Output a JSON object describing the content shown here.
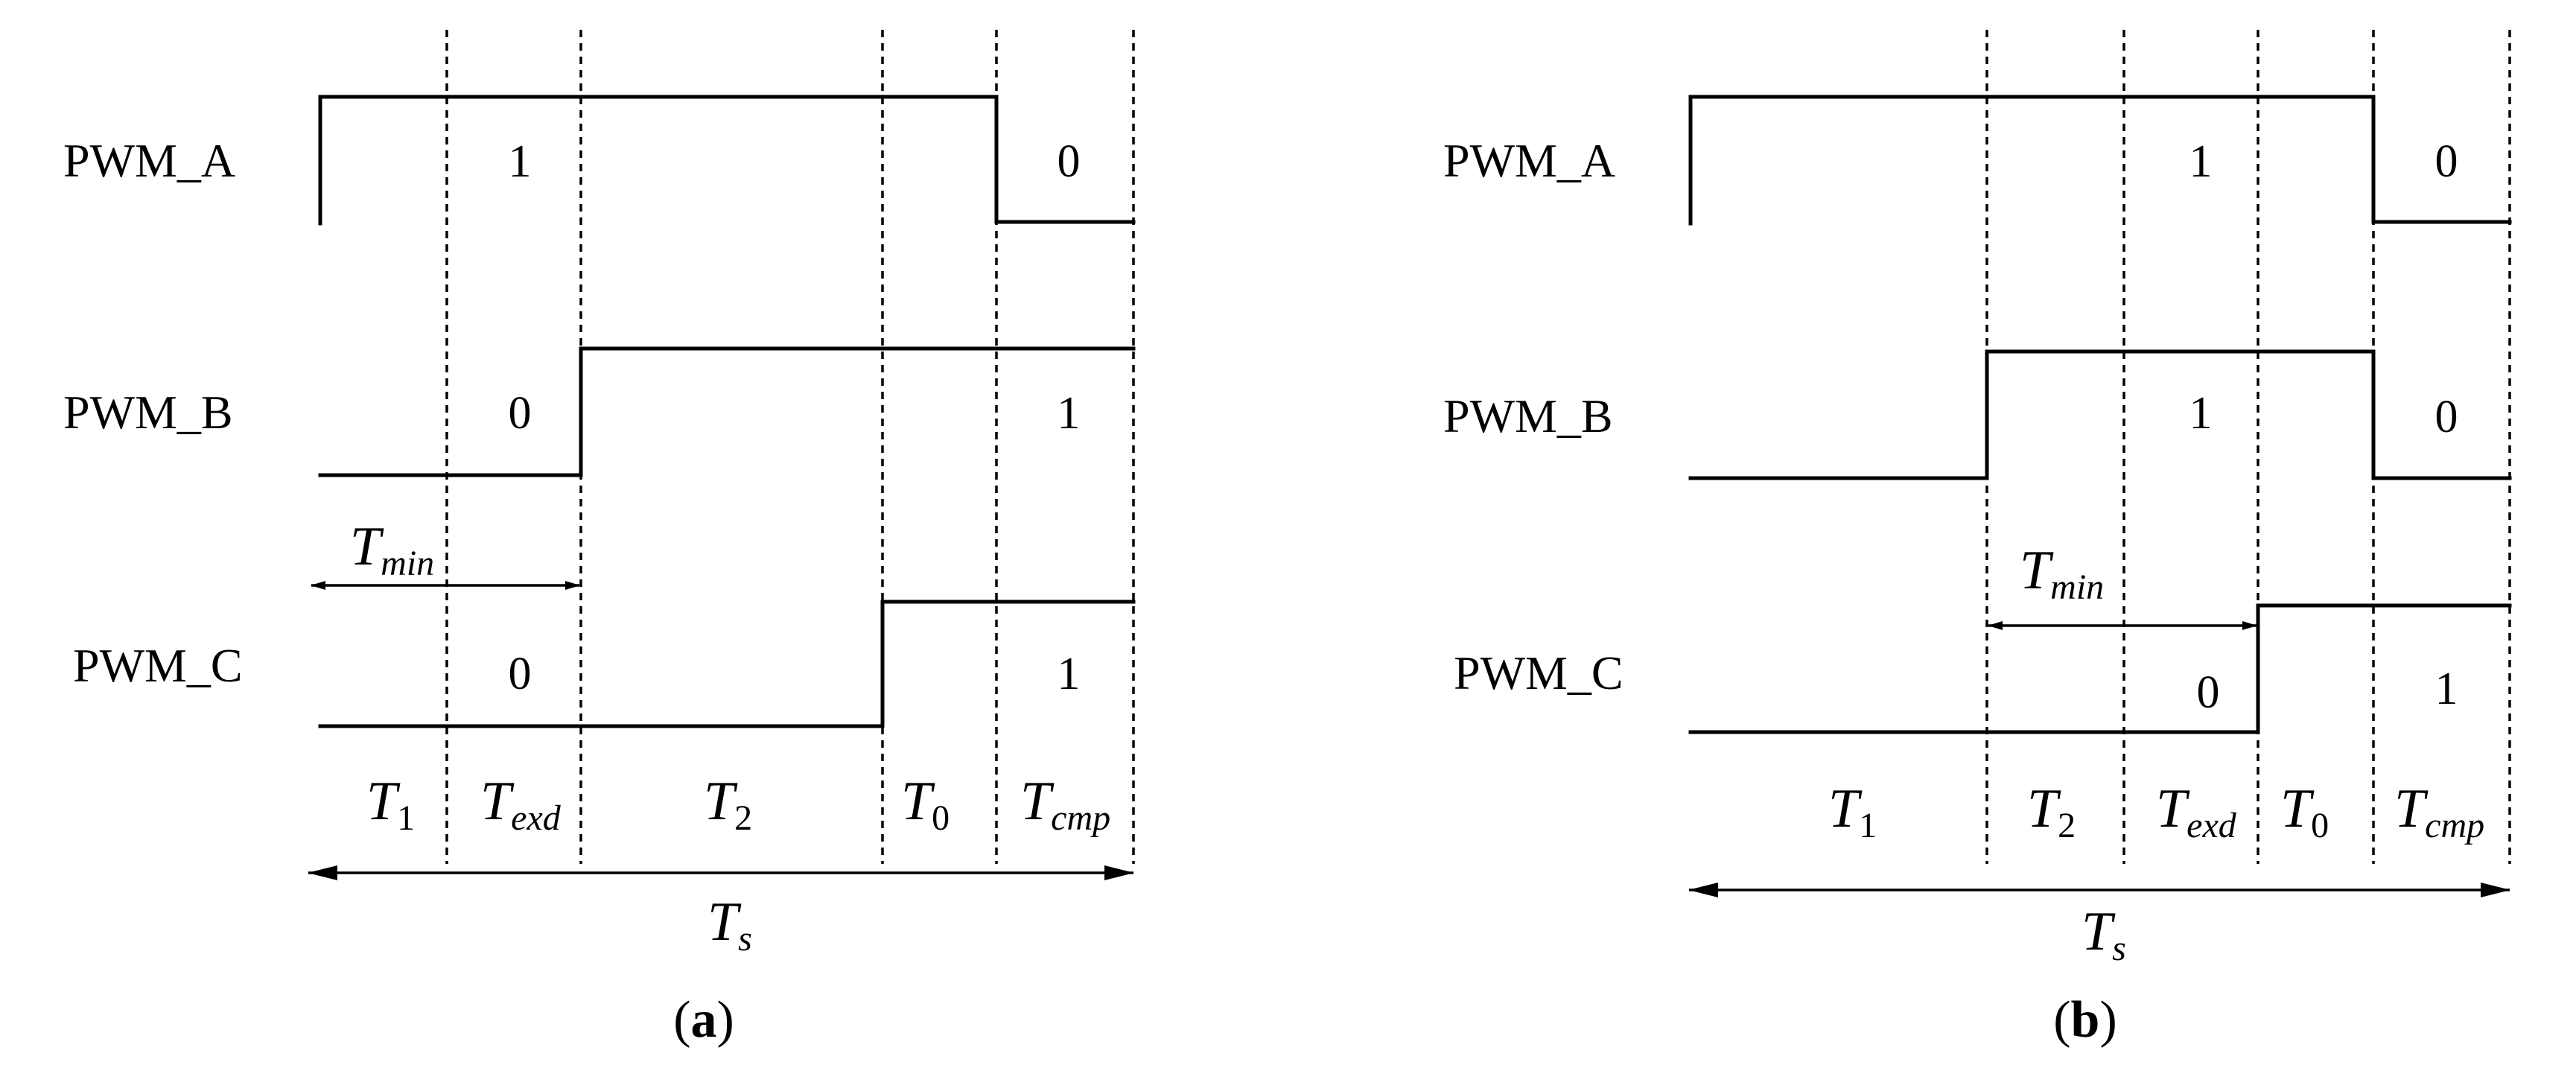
{
  "panels": [
    {
      "id": "a",
      "caption": {
        "open": "(",
        "letter": "a",
        "close": ")"
      },
      "signals": [
        {
          "name": "PWM_A",
          "values": [
            "1",
            "0"
          ]
        },
        {
          "name": "PWM_B",
          "values": [
            "0",
            "1"
          ]
        },
        {
          "name": "PWM_C",
          "values": [
            "0",
            "1"
          ]
        }
      ],
      "intervals": [
        {
          "base": "T",
          "sub": "1"
        },
        {
          "base": "T",
          "sub": "exd"
        },
        {
          "base": "T",
          "sub": "2"
        },
        {
          "base": "T",
          "sub": "0"
        },
        {
          "base": "T",
          "sub": "cmp"
        }
      ],
      "tmin": {
        "base": "T",
        "sub": "min"
      },
      "ts": {
        "base": "T",
        "sub": "s"
      }
    },
    {
      "id": "b",
      "caption": {
        "open": "(",
        "letter": "b",
        "close": ")"
      },
      "signals": [
        {
          "name": "PWM_A",
          "values": [
            "1",
            "0"
          ]
        },
        {
          "name": "PWM_B",
          "values": [
            "1",
            "0"
          ]
        },
        {
          "name": "PWM_C",
          "values": [
            "0",
            "1"
          ]
        }
      ],
      "intervals": [
        {
          "base": "T",
          "sub": "1"
        },
        {
          "base": "T",
          "sub": "2"
        },
        {
          "base": "T",
          "sub": "exd"
        },
        {
          "base": "T",
          "sub": "0"
        },
        {
          "base": "T",
          "sub": "cmp"
        }
      ],
      "tmin": {
        "base": "T",
        "sub": "min"
      },
      "ts": {
        "base": "T",
        "sub": "s"
      }
    }
  ]
}
